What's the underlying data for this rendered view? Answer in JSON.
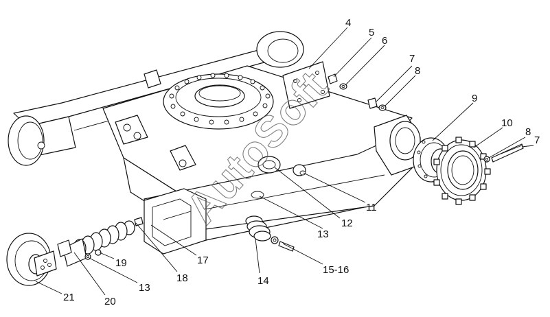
{
  "diagram": {
    "watermark": "AutoSoft",
    "labels": [
      "4",
      "5",
      "6",
      "7",
      "8",
      "9",
      "10",
      "8",
      "7",
      "11",
      "12",
      "13",
      "13",
      "14",
      "15-16",
      "17",
      "18",
      "19",
      "20",
      "21"
    ]
  }
}
